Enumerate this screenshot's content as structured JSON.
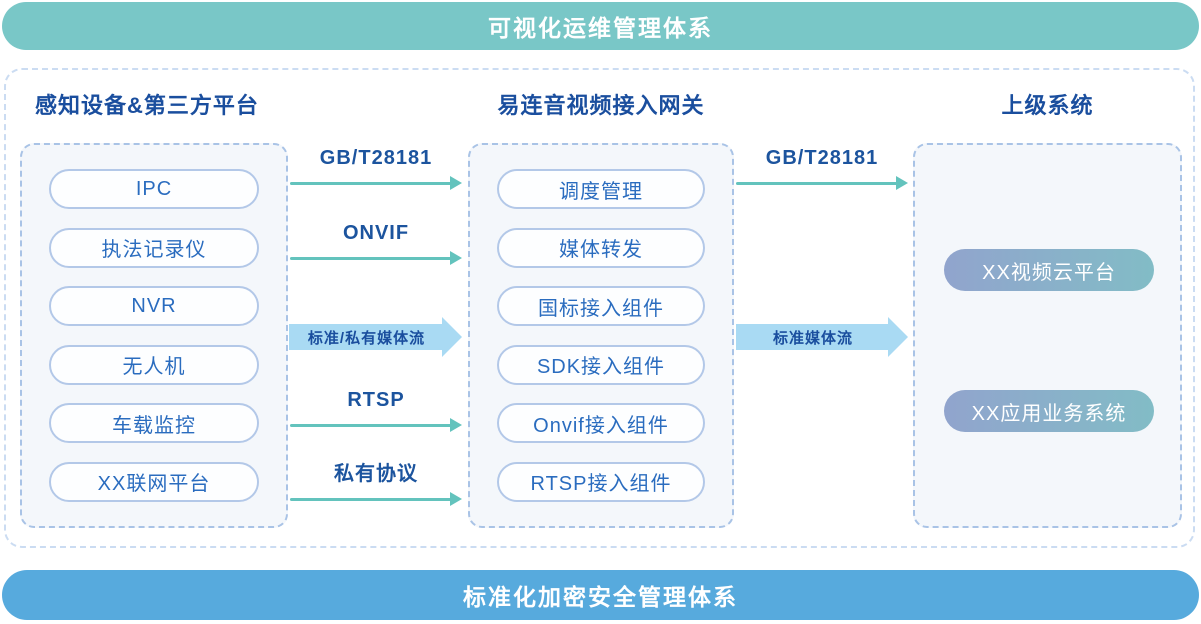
{
  "banners": {
    "top": {
      "label": "可视化运维管理体系"
    },
    "bottom": {
      "label": "标准化加密安全管理体系"
    }
  },
  "columns": {
    "devices": {
      "title": "感知设备&第三方平台",
      "items": [
        "IPC",
        "执法记录仪",
        "NVR",
        "无人机",
        "车载监控",
        "XX联网平台"
      ]
    },
    "gateway": {
      "title": "易连音视频接入网关",
      "items": [
        "调度管理",
        "媒体转发",
        "国标接入组件",
        "SDK接入组件",
        "Onvif接入组件",
        "RTSP接入组件"
      ]
    },
    "upper": {
      "title": "上级系统",
      "items": [
        "XX视频云平台",
        "XX应用业务系统"
      ]
    }
  },
  "flows": {
    "left_to_gateway": [
      {
        "label": "GB/T28181",
        "style": "thin-line"
      },
      {
        "label": "ONVIF",
        "style": "thin-line"
      },
      {
        "label": "标准/私有媒体流",
        "style": "thick-block"
      },
      {
        "label": "RTSP",
        "style": "thin-line"
      },
      {
        "label": "私有协议",
        "style": "thin-line"
      }
    ],
    "gateway_to_upper": [
      {
        "label": "GB/T28181",
        "style": "thin-line"
      },
      {
        "label": "标准媒体流",
        "style": "thick-block"
      }
    ]
  },
  "colors": {
    "top_banner": "#79c7c7",
    "bottom_banner": "#57aadd",
    "title_text": "#1a4e9e",
    "pill_text": "#2a6cbf",
    "pill_border": "#b3c8e8",
    "inner_box_background": "#f4f7fb",
    "inner_box_dash_border": "#a9c3e6",
    "outer_dash_border": "#cbdcf2",
    "thin_arrow": "#63c3bd",
    "thick_arrow": "#a9daf3",
    "gradient_pill_start": "#91a4cd",
    "gradient_pill_end": "#82bcc6"
  }
}
